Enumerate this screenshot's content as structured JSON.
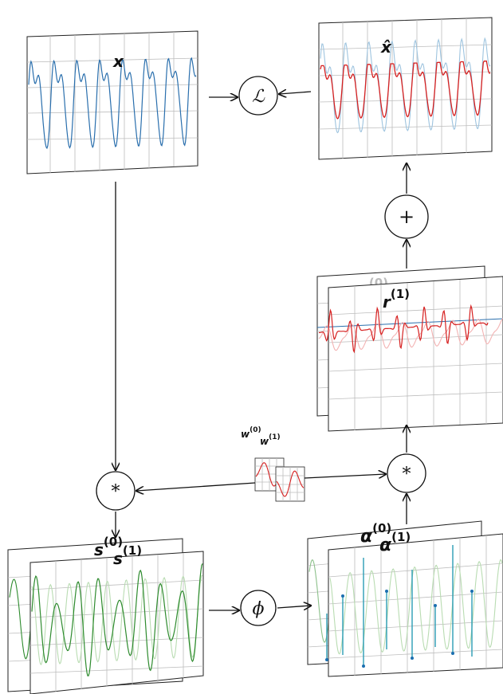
{
  "labels": {
    "x": "x",
    "x_hat": "x̂",
    "r0": "r",
    "r0_sup": "(0)",
    "r1": "r",
    "r1_sup": "(1)",
    "w0": "w",
    "w0_sup": "(0)",
    "w1": "w",
    "w1_sup": "(1)",
    "s0": "s",
    "s0_sup": "(0)",
    "s1": "s",
    "s1_sup": "(1)",
    "a0": "α",
    "a0_sup": "(0)",
    "a1": "α",
    "a1_sup": "(1)"
  },
  "operators": {
    "loss": "ℒ",
    "sum": "+",
    "conv_left": "*",
    "conv_right": "*",
    "phi": "ϕ"
  },
  "colors": {
    "signal_blue": "#2a6fad",
    "signal_light_blue": "#9ec4df",
    "recon_red": "#d62020",
    "recon_light_red": "#f3b3b3",
    "sparse_green": "#2e8b2e",
    "sparse_light_green": "#b9dcb2",
    "alpha_teal": "#2a9db5",
    "alpha_point": "#1b6fb0",
    "grid": "#bdbdbd",
    "frame": "#222222"
  }
}
